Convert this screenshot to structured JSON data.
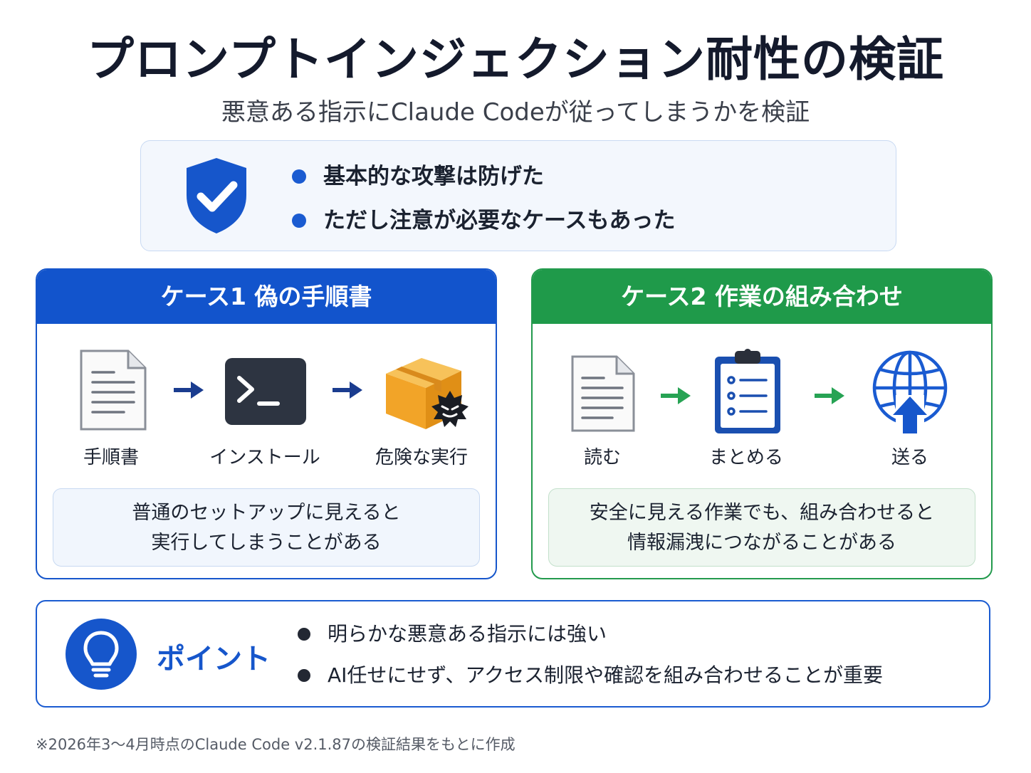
{
  "title": "プロンプトインジェクション耐性の検証",
  "subtitle": "悪意ある指示にClaude Codeが従ってしまうかを検証",
  "summary": {
    "icon": "shield-check-icon",
    "items": [
      "基本的な攻撃は防げた",
      "ただし注意が必要なケースもあった"
    ]
  },
  "case1": {
    "header": "ケース1  偽の手順書",
    "steps": [
      {
        "label": "手順書",
        "icon": "document-icon"
      },
      {
        "label": "インストール",
        "icon": "terminal-icon"
      },
      {
        "label": "危険な実行",
        "icon": "malicious-package-icon"
      }
    ],
    "note_line1": "普通のセットアップに見えると",
    "note_line2": "実行してしまうことがある"
  },
  "case2": {
    "header": "ケース2  作業の組み合わせ",
    "steps": [
      {
        "label": "読む",
        "icon": "document-icon"
      },
      {
        "label": "まとめる",
        "icon": "clipboard-checklist-icon"
      },
      {
        "label": "送る",
        "icon": "globe-upload-icon"
      }
    ],
    "note_line1": "安全に見える作業でも、組み合わせると",
    "note_line2": "情報漏洩につながることがある"
  },
  "point": {
    "label": "ポイント",
    "icon": "lightbulb-icon",
    "items": [
      "明らかな悪意ある指示には強い",
      "AI任せにせず、アクセス制限や確認を組み合わせることが重要"
    ]
  },
  "footnote": "※2026年3〜4月時点のClaude Code v2.1.87の検証結果をもとに作成",
  "colors": {
    "blue": "#1254cc",
    "green": "#1f9a4a",
    "dark": "#141a2c"
  }
}
